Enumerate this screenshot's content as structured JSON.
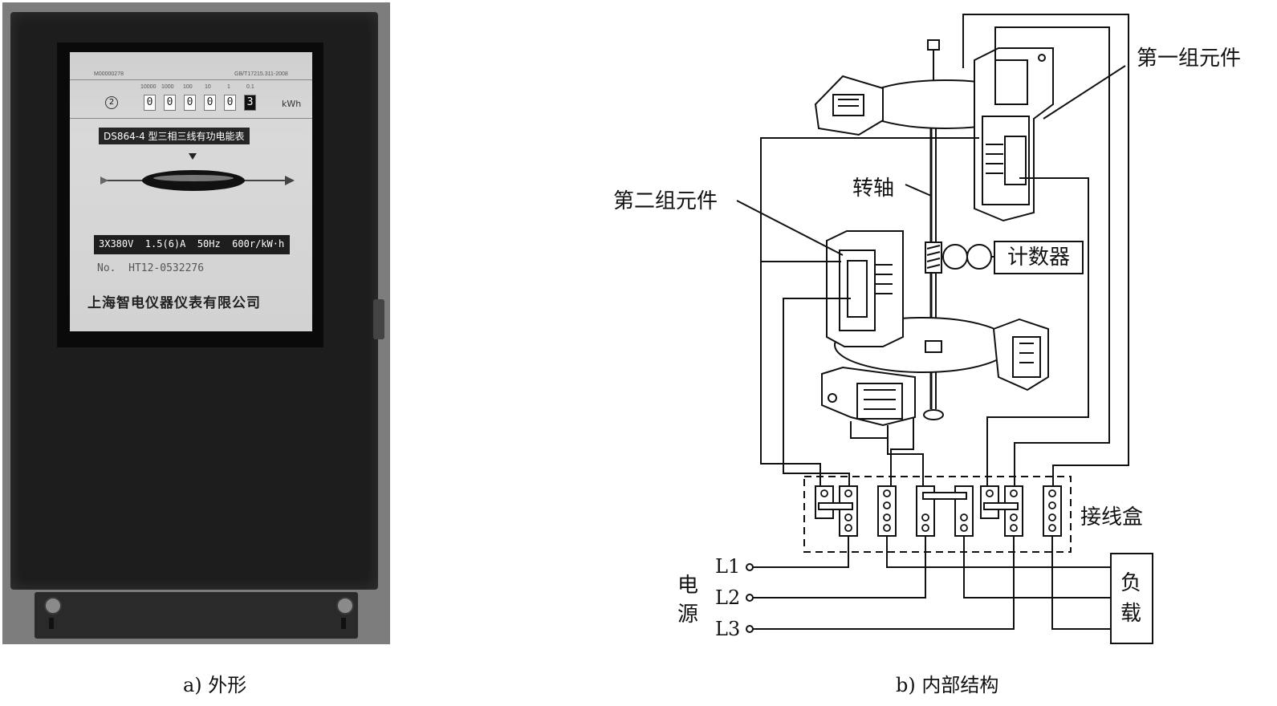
{
  "panel_a": {
    "caption": "a) 外形",
    "meter": {
      "cert_code": "M00000278",
      "standard": "GB/T17215.311-2008",
      "register_multipliers": [
        "10000",
        "1000",
        "100",
        "10",
        "1",
        "0.1"
      ],
      "digits": [
        "0",
        "0",
        "0",
        "0",
        "0",
        "3"
      ],
      "energy_unit": "kWh",
      "model_label": "DS864-4 型三相三线有功电能表",
      "rating_label": "3X380V  1.5(6)A  50Hz  600r/kW·h",
      "serial": "No.  HT12-0532276",
      "manufacturer": "上海智电仪器仪表有限公司"
    }
  },
  "panel_b": {
    "caption": "b) 内部结构",
    "labels": {
      "element_group_1": "第一组元件",
      "element_group_2": "第二组元件",
      "shaft": "转轴",
      "counter": "计数器",
      "terminal_box": "接线盒",
      "power_source": "电\n源",
      "load": "负\n载"
    },
    "lines": [
      "L1",
      "L2",
      "L3"
    ]
  }
}
